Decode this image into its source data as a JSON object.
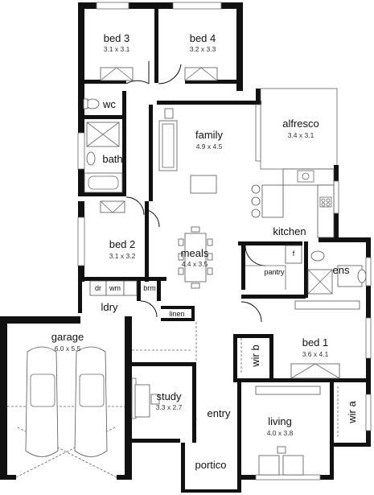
{
  "rooms": {
    "bed3": {
      "name": "bed 3",
      "size": "3.1 x 3.1"
    },
    "bed4": {
      "name": "bed 4",
      "size": "3.2 x 3.3"
    },
    "wc": {
      "name": "wc"
    },
    "bath": {
      "name": "bath"
    },
    "family": {
      "name": "family",
      "size": "4.9 x 4.5"
    },
    "alfresco": {
      "name": "alfresco",
      "size": "3.4 x 3.1"
    },
    "kitchen": {
      "name": "kitchen"
    },
    "meals": {
      "name": "meals",
      "size": "4.4 x 3.5"
    },
    "bed2": {
      "name": "bed 2",
      "size": "3.1 x 3.2"
    },
    "pantry": {
      "name": "pantry"
    },
    "fridge": {
      "name": "f"
    },
    "ens": {
      "name": "ens"
    },
    "dr": {
      "name": "dr"
    },
    "wm": {
      "name": "wm"
    },
    "brm": {
      "name": "brm"
    },
    "ldry": {
      "name": "ldry"
    },
    "linen": {
      "name": "linen"
    },
    "garage": {
      "name": "garage",
      "size": "6.0 x 5.5"
    },
    "wirb": {
      "name": "wir b"
    },
    "bed1": {
      "name": "bed 1",
      "size": "3.6 x 4.1"
    },
    "study": {
      "name": "study",
      "size": "3.3 x 2.7"
    },
    "entry": {
      "name": "entry"
    },
    "living": {
      "name": "living",
      "size": "4.0 x 3.8"
    },
    "wira": {
      "name": "wir a"
    },
    "portico": {
      "name": "portico"
    }
  }
}
